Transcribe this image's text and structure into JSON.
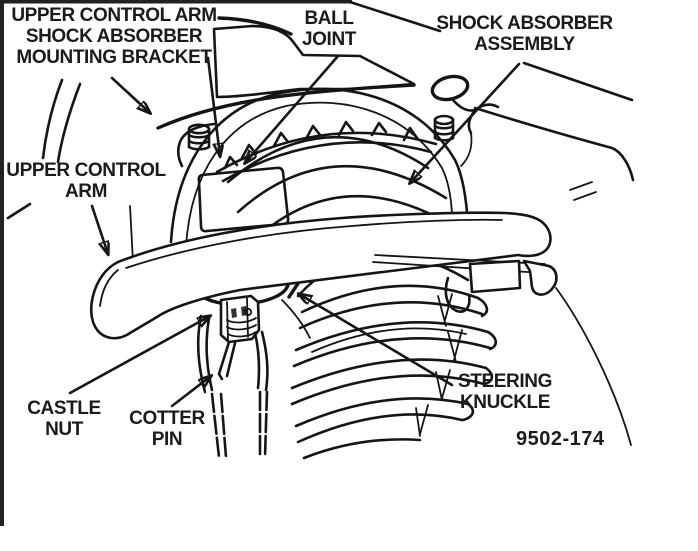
{
  "diagram": {
    "type": "service-manual-line-art",
    "subject": "Front suspension – upper control arm, ball joint and shock absorber assembly",
    "figure_number": "9502-174",
    "ink_color": "#151515",
    "background_color": "#ffffff",
    "shade_light": "#d2d2d2",
    "shade_dark": "#a8a8a8",
    "callouts": [
      {
        "id": "mounting-bracket",
        "lines": [
          "UPPER CONTROL ARM",
          "SHOCK ABSORBER",
          "MOUNTING BRACKET"
        ]
      },
      {
        "id": "ball-joint",
        "lines": [
          "BALL",
          "JOINT"
        ]
      },
      {
        "id": "shock-absorber-assembly",
        "lines": [
          "SHOCK ABSORBER",
          "ASSEMBLY"
        ]
      },
      {
        "id": "upper-control-arm",
        "lines": [
          "UPPER CONTROL",
          "ARM"
        ]
      },
      {
        "id": "castle-nut",
        "lines": [
          "CASTLE",
          "NUT"
        ]
      },
      {
        "id": "cotter-pin",
        "lines": [
          "COTTER",
          "PIN"
        ]
      },
      {
        "id": "steering-knuckle",
        "lines": [
          "STEERING",
          "KNUCKLE"
        ]
      }
    ]
  }
}
